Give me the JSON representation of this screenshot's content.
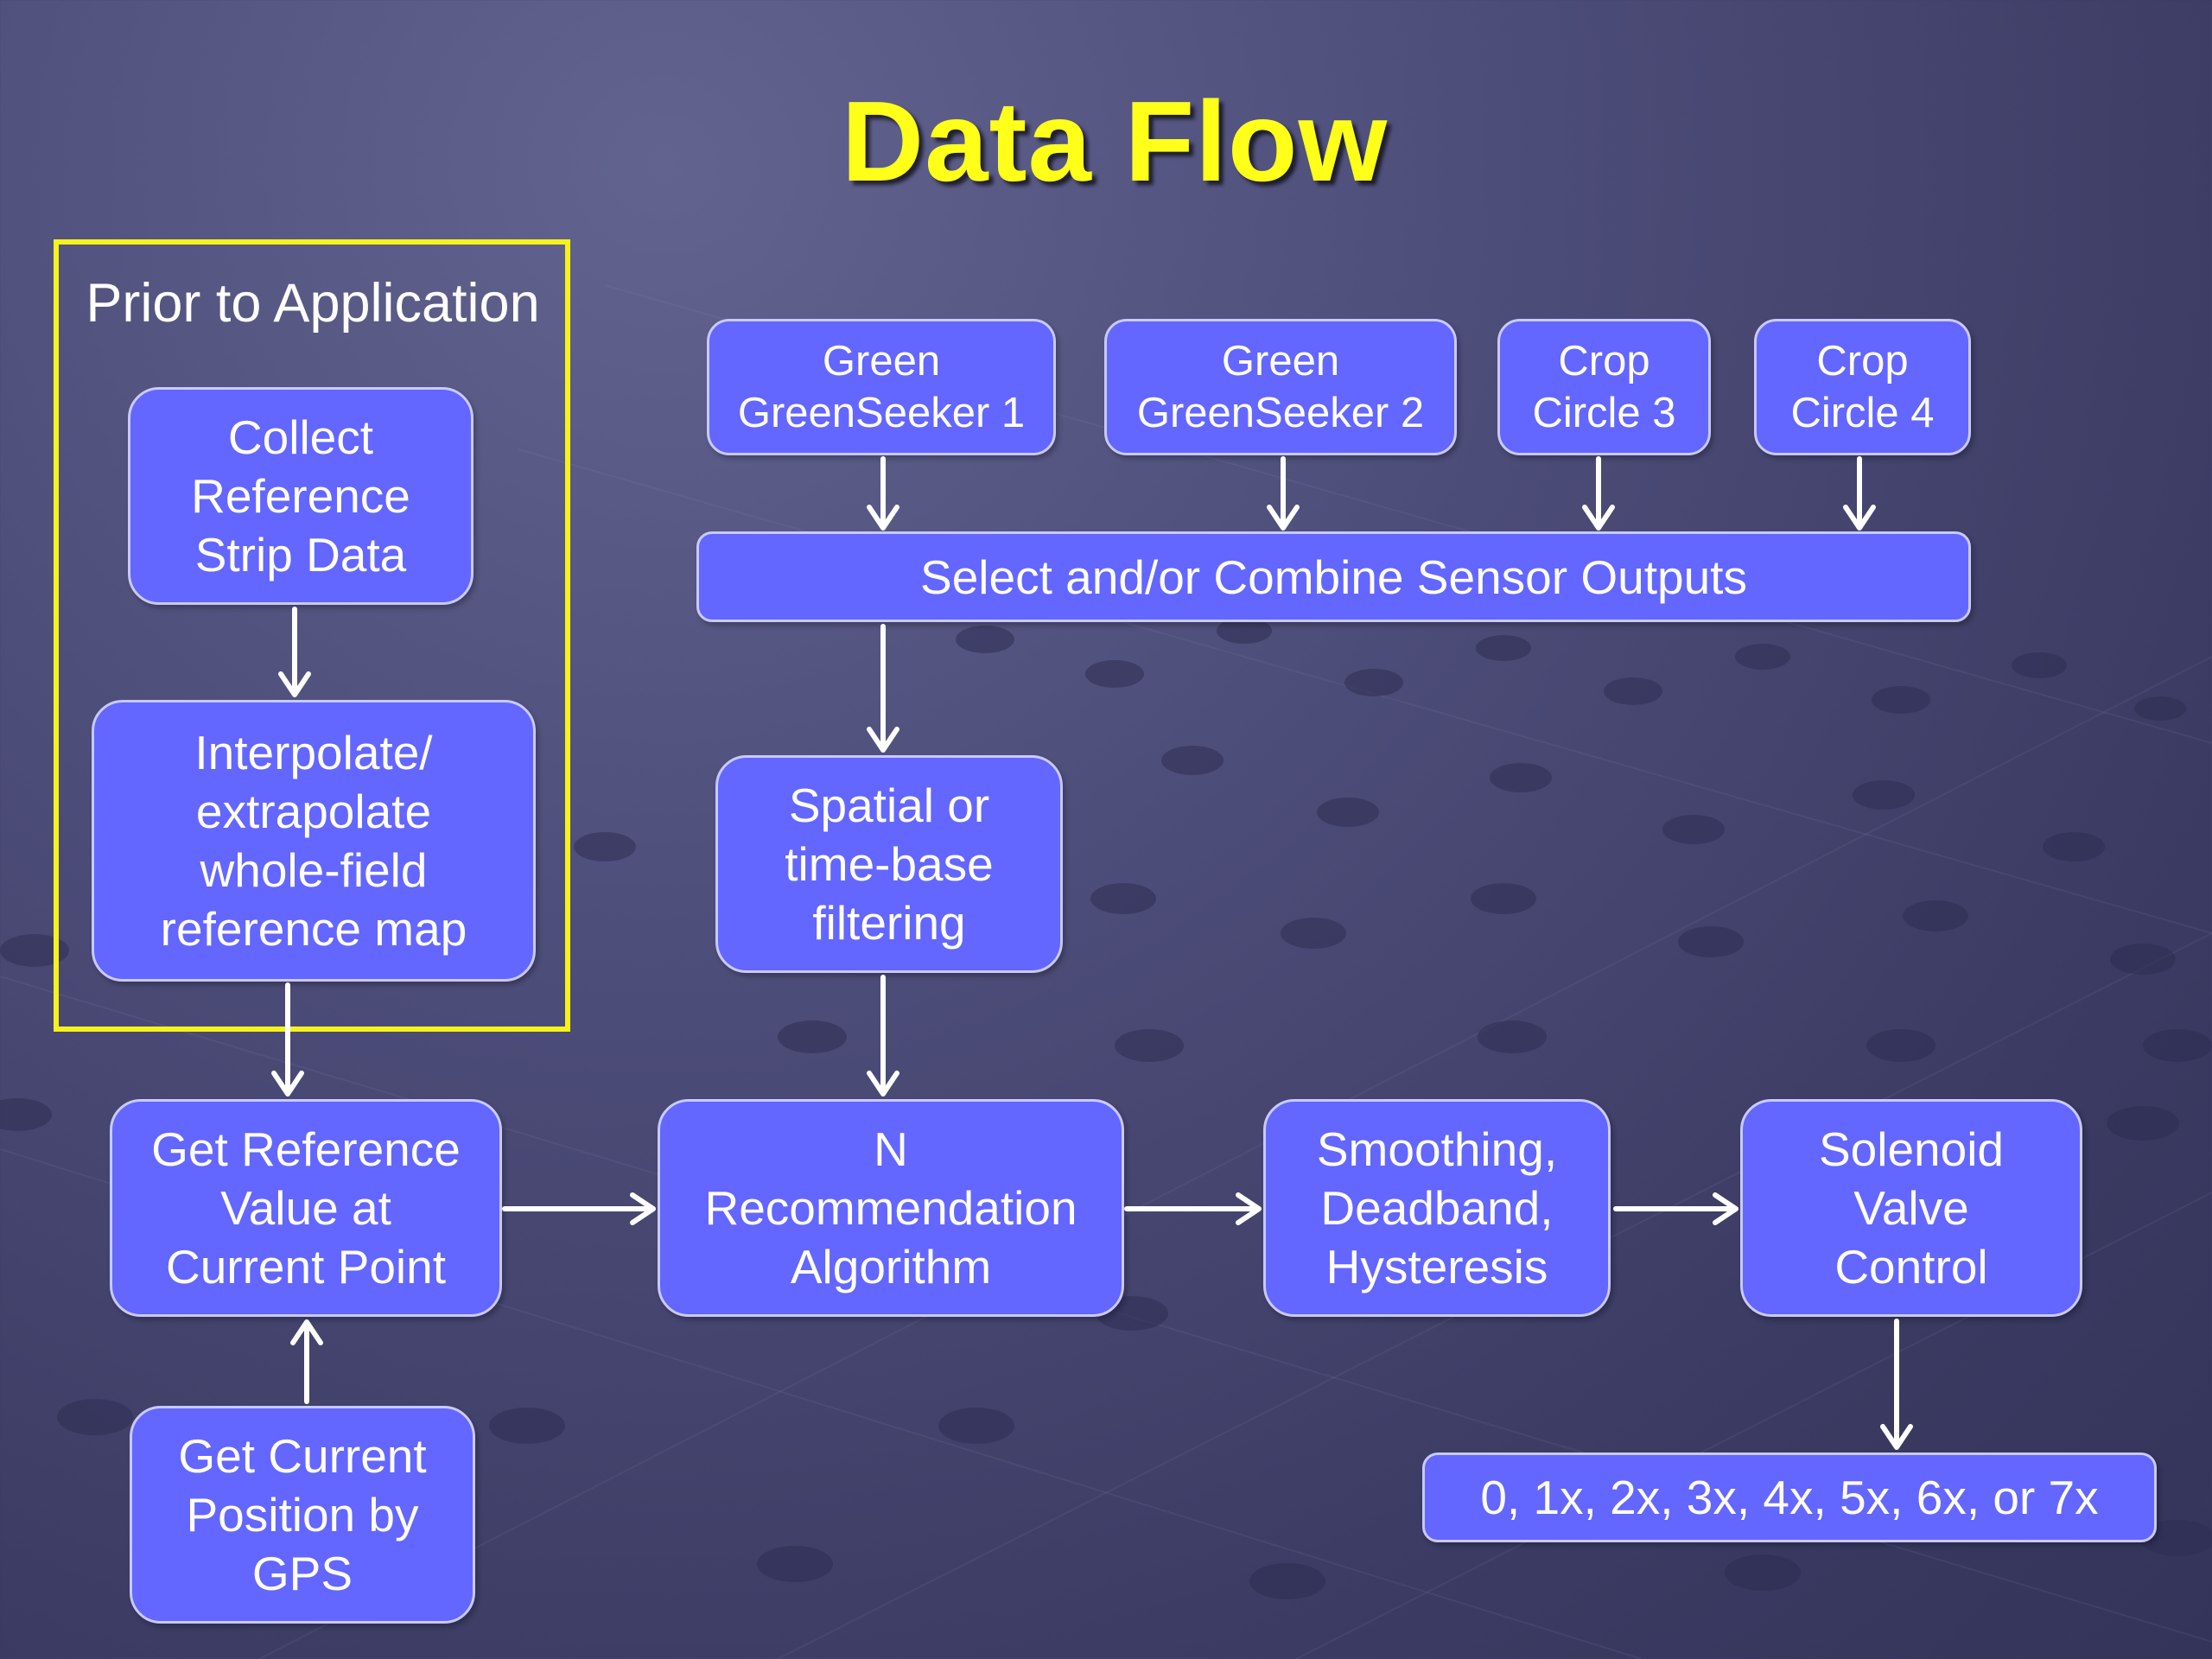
{
  "slide": {
    "title": "Data Flow",
    "frame_label": "Prior to Application"
  },
  "nodes": {
    "collect": "Collect\nReference\nStrip Data",
    "interpolate": "Interpolate/\nextrapolate\nwhole-field\nreference map",
    "get_reference": "Get Reference\nValue at\nCurrent Point",
    "gps": "Get Current\nPosition by\nGPS",
    "sensor1": "Green\nGreenSeeker 1",
    "sensor2": "Green\nGreenSeeker 2",
    "sensor3": "Crop\nCircle 3",
    "sensor4": "Crop\nCircle 4",
    "combine": "Select and/or Combine Sensor Outputs",
    "filtering": "Spatial or\ntime-base\nfiltering",
    "algorithm": "N\nRecommendation\nAlgorithm",
    "smoothing": "Smoothing,\nDeadband,\nHysteresis",
    "solenoid": "Solenoid\nValve\nControl",
    "output": "0, 1x, 2x, 3x, 4x, 5x, 6x, or 7x"
  },
  "colors": {
    "title": "#ffff1a",
    "frame": "#f5f21c",
    "box_fill": "#6366ff",
    "box_border": "#c8caff",
    "background": "#4c4c78"
  }
}
